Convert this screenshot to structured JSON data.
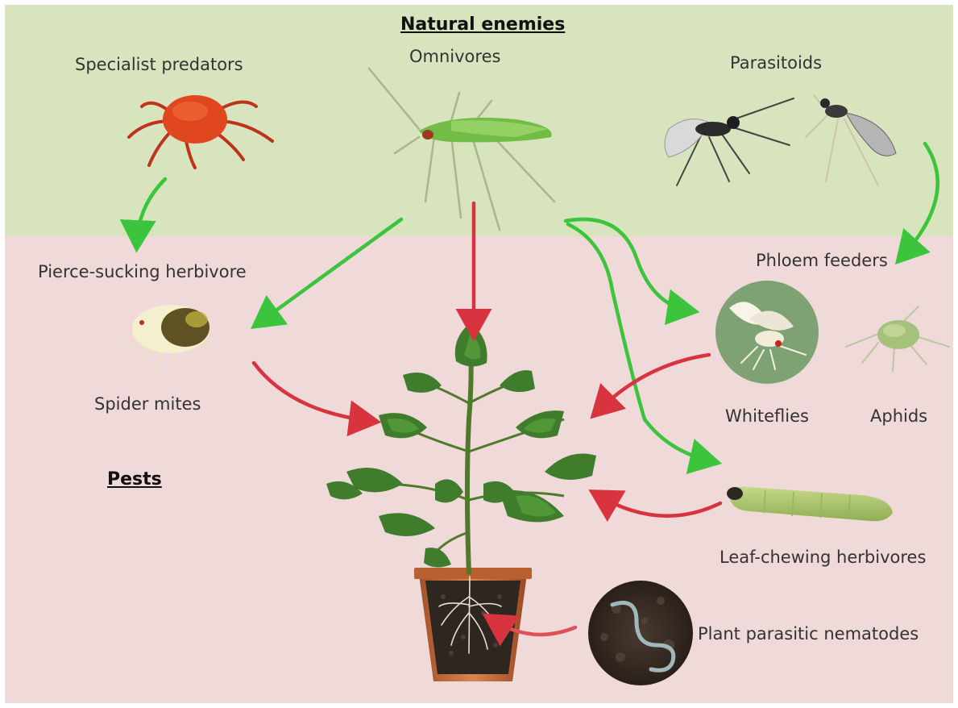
{
  "colors": {
    "natural_enemies_zone": "#d7e4be",
    "pests_zone": "#f0d9d9",
    "positive_arrow": "#3cc43c",
    "negative_arrow": "#d8343f"
  },
  "labels": {
    "natural_enemies": "Natural enemies",
    "specialist_predators": "Specialist  predators",
    "omnivores": "Omnivores",
    "parasitoids": "Parasitoids",
    "pierce_sucking": "Pierce-sucking herbivore",
    "phloem_feeders": "Phloem feeders",
    "spider_mites": "Spider mites",
    "whiteflies": "Whiteflies",
    "aphids": "Aphids",
    "pests": "Pests",
    "leaf_chewing": "Leaf-chewing herbivores",
    "nematodes": "Plant parasitic nematodes"
  },
  "icons": {
    "predatory_mite": "predatory-mite-icon",
    "omnivore_bug": "omnivore-bug-icon",
    "parasitoid_wasp": "parasitoid-wasp-icon",
    "spider_mite": "spider-mite-icon",
    "whitefly": "whitefly-icon",
    "aphid": "aphid-icon",
    "caterpillar": "caterpillar-icon",
    "nematode": "nematode-icon",
    "tomato_plant": "tomato-plant-icon"
  }
}
